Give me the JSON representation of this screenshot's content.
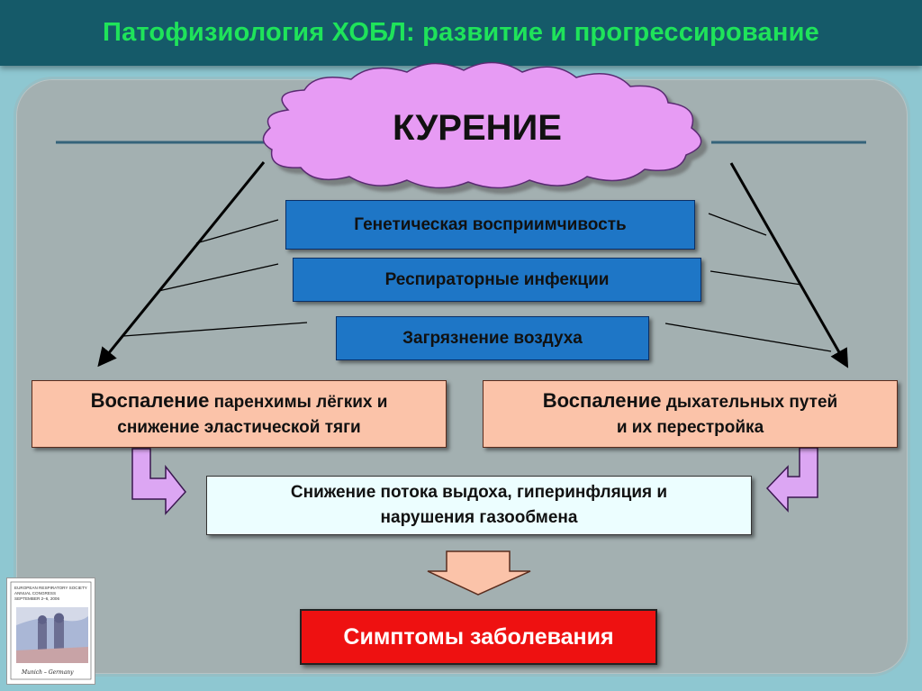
{
  "header": {
    "title": "Патофизиология ХОБЛ: развитие и прогрессирование"
  },
  "cloud": {
    "label": "КУРЕНИЕ"
  },
  "factors": [
    {
      "label": "Генетическая восприимчивость"
    },
    {
      "label": "Респираторные инфекции"
    },
    {
      "label": "Загрязнение воздуха"
    }
  ],
  "left_box": {
    "bold": "Воспаление",
    "rest": "паренхимы лёгких и",
    "line2": "снижение эластической тяги"
  },
  "right_box": {
    "bold": "Воспаление",
    "rest": "дыхательных путей",
    "line2": "и их перестройка"
  },
  "center_box": {
    "line1": "Снижение потока выдоха, гиперинфляция и",
    "line2": "нарушения газообмена"
  },
  "symptoms": {
    "label": "Симптомы заболевания"
  },
  "logo": {
    "line1": "EUROPEAN RESPIRATORY SOCIETY",
    "line2": "ANNUAL CONGRESS",
    "line3": "SEPTEMBER 2–6, 2006",
    "signature": "Munich – Germany"
  },
  "colors": {
    "header_bg": "#155a69",
    "title": "#1fe35a",
    "panel": "#a3b0b1",
    "cloud": "#e79bf4",
    "blue_box": "#1e76c6",
    "peach_box": "#fbc3a9",
    "center_box": "#ecfeff",
    "symptoms_box": "#ee1111",
    "arrow_purple": "#dca6f3"
  }
}
